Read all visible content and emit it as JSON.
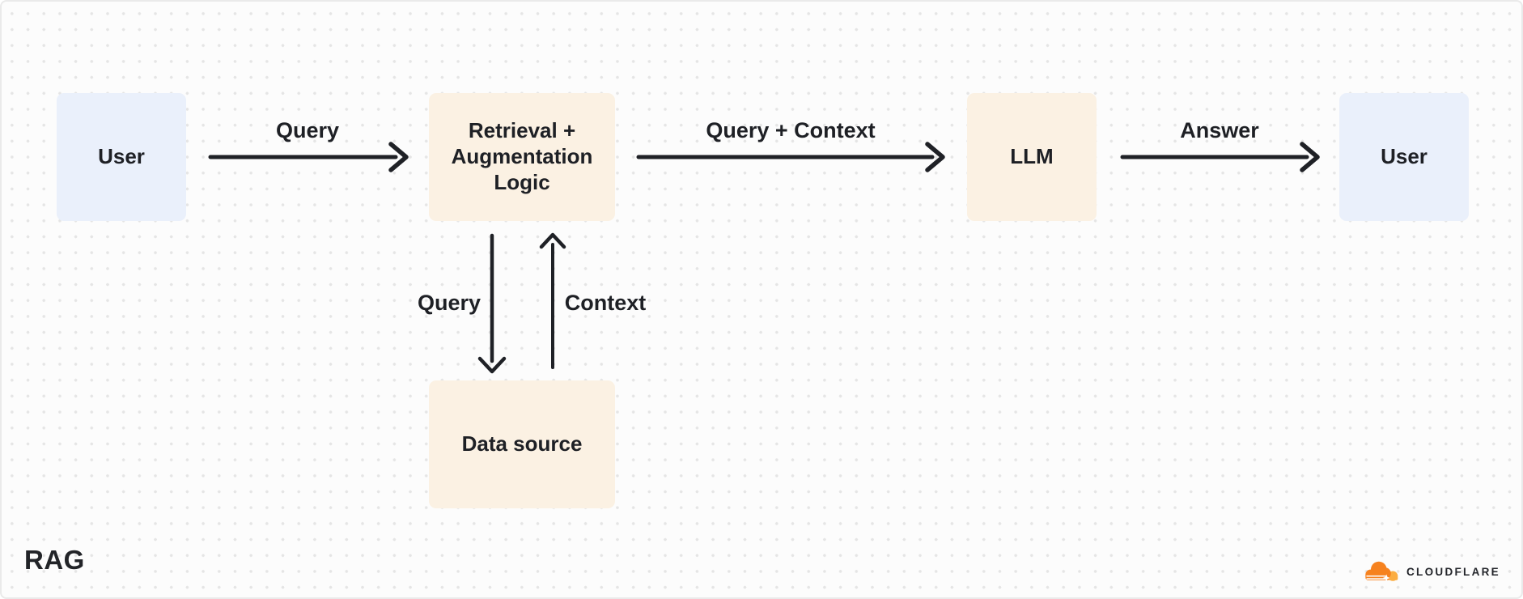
{
  "meta": {
    "title": "RAG",
    "diagram_type": "flow"
  },
  "canvas": {
    "background": "#FCFCFC",
    "dot_color": "#E5E5E5",
    "border_color": "#EAEAEA",
    "text_color": "#1E2025",
    "arrow_color": "#1F2126"
  },
  "nodes": [
    {
      "id": "user-source",
      "label": "User",
      "kind": "user",
      "fill": "#EAF0FB"
    },
    {
      "id": "retrieval-augmentation-logic",
      "label": "Retrieval + Augmentation Logic",
      "kind": "process",
      "fill": "#FBF1E3"
    },
    {
      "id": "llm",
      "label": "LLM",
      "kind": "process",
      "fill": "#FBF1E3"
    },
    {
      "id": "user-sink",
      "label": "User",
      "kind": "user",
      "fill": "#EAF0FB"
    },
    {
      "id": "data-source",
      "label": "Data source",
      "kind": "process",
      "fill": "#FBF1E3"
    }
  ],
  "edges": [
    {
      "from": "user-source",
      "to": "retrieval-augmentation-logic",
      "label": "Query",
      "direction": "right"
    },
    {
      "from": "retrieval-augmentation-logic",
      "to": "llm",
      "label": "Query + Context",
      "direction": "right"
    },
    {
      "from": "llm",
      "to": "user-sink",
      "label": "Answer",
      "direction": "right"
    },
    {
      "from": "retrieval-augmentation-logic",
      "to": "data-source",
      "label": "Query",
      "direction": "down"
    },
    {
      "from": "data-source",
      "to": "retrieval-augmentation-logic",
      "label": "Context",
      "direction": "up"
    }
  ],
  "branding": {
    "name": "CLOUDFLARE",
    "logo": "cloudflare-cloud-icon",
    "cloud_primary": "#F6821F",
    "cloud_secondary": "#FBAD41",
    "text_color": "#24262B"
  }
}
